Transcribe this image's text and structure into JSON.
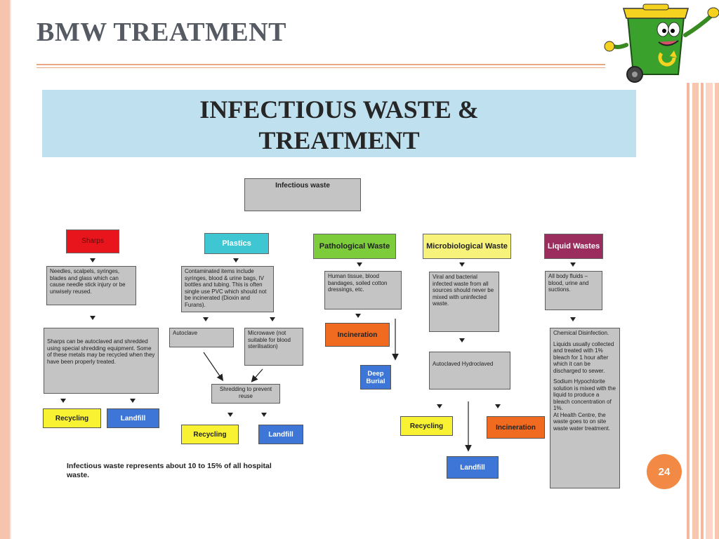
{
  "slide": {
    "title": "BMW TREATMENT",
    "page_number": "24"
  },
  "diagram": {
    "banner_line1": "INFECTIOUS WASTE &",
    "banner_line2": "TREATMENT",
    "root": "Infectious waste",
    "categories": {
      "sharps": "Sharps",
      "plastics": "Plastics",
      "pathological": "Pathological Waste",
      "microbiological": "Microbiological Waste",
      "liquid": "Liquid Wastes"
    },
    "descriptions": {
      "sharps": "Needles, scalpels, syringes, blades and glass which can cause needle stick injury or be unwisely reused.",
      "plastics": "Contaminated items include syringes, blood & urine bags, IV bottles and tubing. This is often single use PVC which should not be incinerated (Dioxin and Furans).",
      "pathological": "Human tissue, blood bandages, soiled cotton dressings, etc.",
      "microbiological": "Viral and bacterial infected waste from all sources should never be mixed with uninfected waste.",
      "liquid": "All body fluids – blood, urine and suctions."
    },
    "steps": {
      "sharps_treatment": "Sharps can be autoclaved and shredded using special shredding equipment. Some of these metals may be recycled when they have been properly treated.",
      "autoclave": "Autoclave",
      "microwave": "Microwave (not suitable for blood sterilisation)",
      "shredding": "Shredding to prevent reuse",
      "incineration": "Incineration",
      "deep_burial": "Deep Burial",
      "autoclaved_hydroclaved": "Autoclaved Hydroclaved",
      "liquid_treatment_p1": "Chemical Disinfection.",
      "liquid_treatment_p2": "Liquids usually collected and treated with 1% bleach for 1 hour after which it can be discharged to sewer.",
      "liquid_treatment_p3": "Sodium Hypochlorite solution is mixed with the liquid to produce a bleach concentration of 1%.",
      "liquid_treatment_p4": "At Health Centre, the waste goes to on site waste water treatment."
    },
    "outcomes": {
      "recycling": "Recycling",
      "landfill": "Landfill",
      "incineration": "Incineration"
    },
    "note": "Infectious waste represents about 10 to 15% of all hospital waste."
  },
  "colors": {
    "sharps": "#e8161c",
    "plastics": "#3fc6d3",
    "pathological": "#7ccc3c",
    "microbiological": "#f6f27a",
    "liquid": "#9a2c5e",
    "accent": "#f28a46"
  }
}
